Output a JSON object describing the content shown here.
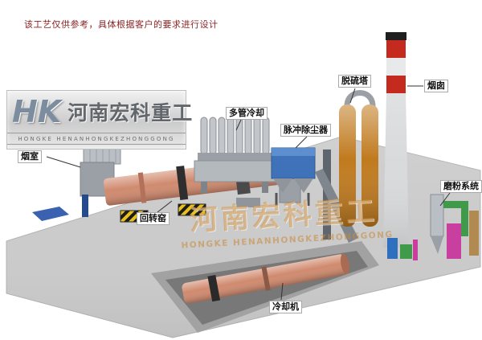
{
  "disclaimer": "该工艺仅供参考，具体根据客户的要求进行设计",
  "logo": {
    "monogram": "HK",
    "company_cn": "河南宏科重工",
    "company_en": "HONGKE HENANHONGKEZHONGGONG"
  },
  "watermark": {
    "cn": "河南宏科重工",
    "en": "HONGKE HENANHONGKEZHONGGONG"
  },
  "labels": [
    {
      "id": "smoke-chamber",
      "text": "烟室"
    },
    {
      "id": "multi-tube-cooler",
      "text": "多管冷却"
    },
    {
      "id": "pulse-dust-collector",
      "text": "脉冲除尘器"
    },
    {
      "id": "desulfurization-tower",
      "text": "脱硫塔"
    },
    {
      "id": "chimney",
      "text": "烟囱"
    },
    {
      "id": "grinding-system",
      "text": "磨粉系统"
    },
    {
      "id": "rotary-kiln",
      "text": "回转窑"
    },
    {
      "id": "cooling-machine",
      "text": "冷却机"
    }
  ],
  "colors": {
    "kiln": "#d08a6e",
    "dust_collector": "#3f72b8",
    "tower": "#c07a1e",
    "chimney_red": "#c42a1e",
    "green_pipe": "#3f9a4a",
    "magenta_unit": "#c93f9f",
    "watermark": "#c98a3a"
  }
}
